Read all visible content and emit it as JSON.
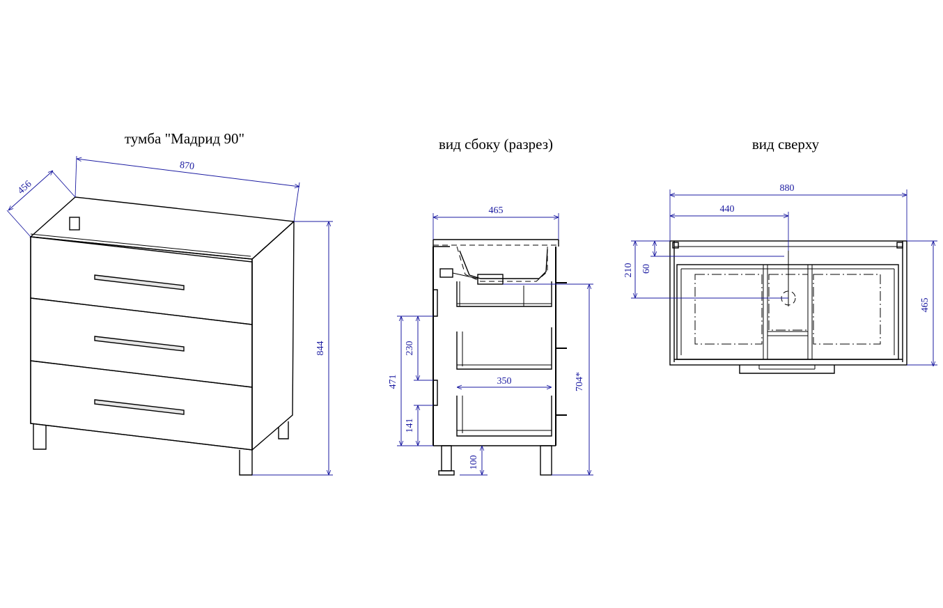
{
  "views": {
    "front": {
      "title": "тумба \"Мадрид 90\"",
      "dims": {
        "width": "870",
        "depth": "456",
        "height": "844"
      }
    },
    "side": {
      "title": "вид сбоку (разрез)",
      "dims": {
        "depth": "465",
        "inner": "350",
        "zone": "471",
        "upper": "230",
        "lower": "141",
        "legs": "100",
        "drain": "704*"
      }
    },
    "top": {
      "title": "вид сверху",
      "dims": {
        "width": "880",
        "center": "440",
        "offset_large": "210",
        "offset_small": "60",
        "depth": "465"
      }
    }
  }
}
